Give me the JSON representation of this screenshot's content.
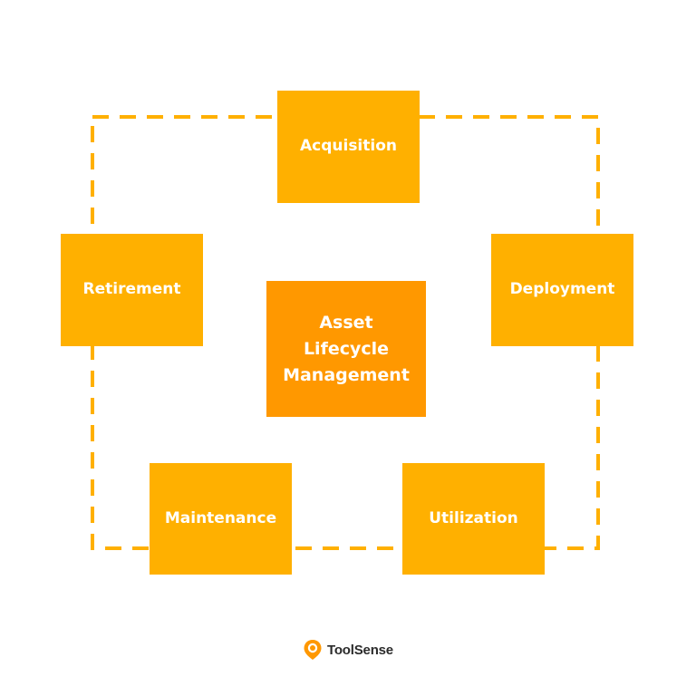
{
  "diagram": {
    "center_label": "Asset Lifecycle Management",
    "stages": {
      "acquisition": "Acquisition",
      "deployment": "Deployment",
      "utilization": "Utilization",
      "maintenance": "Maintenance",
      "retirement": "Retirement"
    }
  },
  "brand": {
    "name": "ToolSense",
    "icon": "location-pin-icon"
  },
  "colors": {
    "stage_fill": "#ffb000",
    "center_fill": "#ff9800",
    "dashed_border": "#ffb000",
    "text": "#ffffff",
    "brand_icon": "#ff9800",
    "brand_text": "#2b2b2b"
  }
}
